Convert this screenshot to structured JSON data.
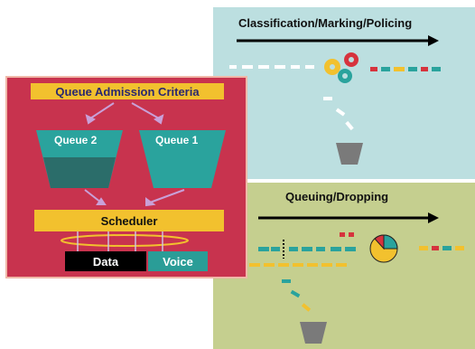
{
  "classification": {
    "title": "Classification/Marking/Policing"
  },
  "queuing": {
    "title": "Queuing/Dropping"
  },
  "admission": {
    "title": "Queue Admission Criteria",
    "queue_left": "Queue 2",
    "queue_right": "Queue 1",
    "scheduler": "Scheduler",
    "output_data": "Data",
    "output_voice": "Voice"
  },
  "colors": {
    "classification_bg": "#bcdfe0",
    "queuing_bg": "#c5cf8f",
    "admission_bg": "#c8334e",
    "banner_yellow": "#f2c12e",
    "queue_teal": "#2aa39d",
    "scheduler_yellow": "#f2c12e",
    "data_box": "#000000",
    "voice_box": "#2a9d97",
    "bucket_gray": "#7a7a7a"
  }
}
